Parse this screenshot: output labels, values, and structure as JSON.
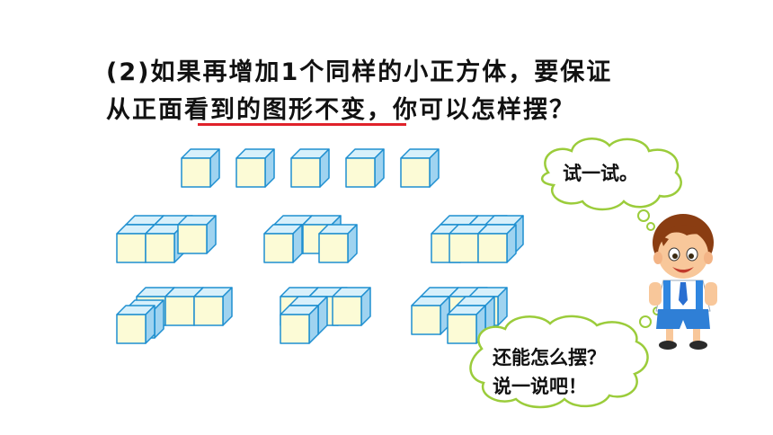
{
  "question": {
    "line1": "(2)如果再增加1个同样的小正方体，要保证",
    "line2": "从正面看到的图形不变，你可以怎样摆？"
  },
  "bubbles": {
    "top": "试一试。",
    "bottom_line1": "还能怎么摆？",
    "bottom_line2": "说一说吧！"
  },
  "colors": {
    "cube_face": "#fcfbd6",
    "cube_side": "#9fd3f0",
    "cube_top": "#d7f0fb",
    "cube_edge": "#1f8fd0",
    "underline": "#e0222a",
    "bubble_stroke": "#9bcc3b"
  },
  "icons": {
    "cartoon_boy": "boy-with-backpack-icon"
  }
}
